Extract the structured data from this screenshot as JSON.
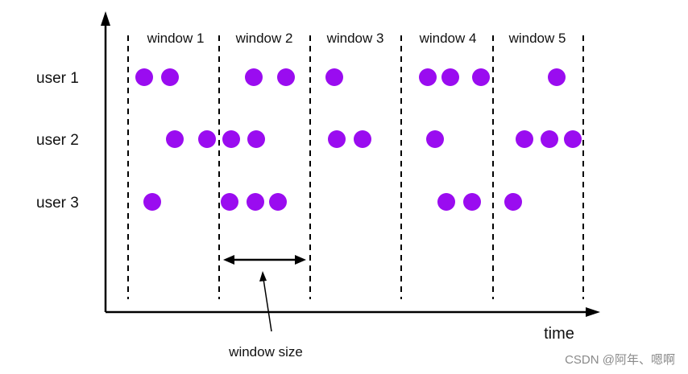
{
  "diagram": {
    "windows": [
      "window 1",
      "window 2",
      "window 3",
      "window 4",
      "window 5"
    ],
    "users": [
      "user 1",
      "user 2",
      "user 3"
    ],
    "x_axis_label": "time",
    "annotation": "window size",
    "watermark": "CSDN @阿年、嗯啊",
    "colors": {
      "dot": "#9a0cf0",
      "line": "#000000",
      "background": "#ffffff"
    },
    "events": [
      {
        "user": "user 1",
        "dots_per_window": [
          2,
          2,
          1,
          3,
          1
        ]
      },
      {
        "user": "user 2",
        "dots_per_window": [
          2,
          2,
          2,
          1,
          3
        ]
      },
      {
        "user": "user 3",
        "dots_per_window": [
          1,
          3,
          0,
          2,
          1
        ]
      }
    ]
  }
}
